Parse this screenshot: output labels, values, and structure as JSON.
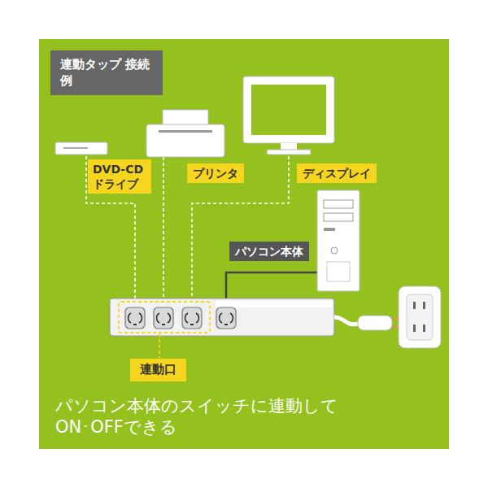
{
  "diagram": {
    "caption": "パソコン本体のスイッチに連動して ON･OFFできる",
    "nodes": [
      {
        "text": [
          "連動タップ 接続例"
        ]
      },
      {
        "text": [
          "DVD-CD ドライブ"
        ]
      },
      {
        "text": [
          "プリンタ"
        ]
      },
      {
        "text": [
          "ディスプレイ"
        ]
      },
      {
        "text": [
          "パソコン本体"
        ]
      },
      {
        "text": [
          "連動口"
        ]
      }
    ]
  }
}
